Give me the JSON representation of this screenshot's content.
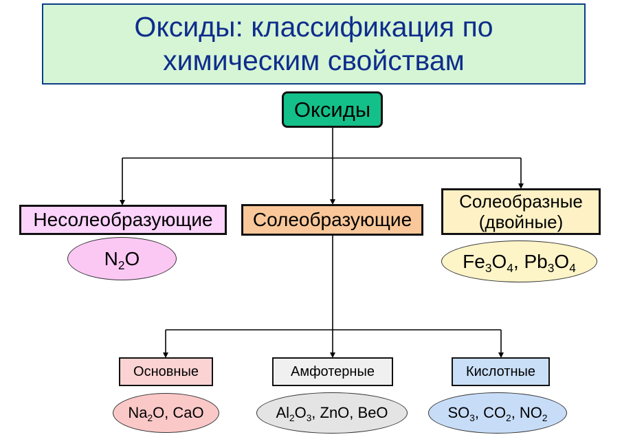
{
  "title": {
    "line1": "Оксиды: классификация по",
    "line2": "химическим свойствам"
  },
  "root": {
    "label": "Оксиды"
  },
  "level1": {
    "non_salt": {
      "label": "Несолеобразующие",
      "example": [
        [
          "N",
          "2"
        ],
        [
          "O",
          ""
        ]
      ]
    },
    "salt": {
      "label": "Солеобразующие"
    },
    "double": {
      "label_line1": "Солеобразные",
      "label_line2": "(двойные)",
      "example": [
        [
          "Fe",
          "3"
        ],
        [
          "O",
          "4"
        ],
        [
          ", Pb",
          "3"
        ],
        [
          "O",
          "4"
        ]
      ]
    }
  },
  "level2": {
    "basic": {
      "label": "Основные",
      "example": [
        [
          "Na",
          "2"
        ],
        [
          "O, CaO",
          ""
        ]
      ]
    },
    "amphoteric": {
      "label": "Амфотерные",
      "example": [
        [
          "Al",
          "2"
        ],
        [
          "O",
          "3"
        ],
        [
          ", ZnO, BeO",
          ""
        ]
      ]
    },
    "acidic": {
      "label": "Кислотные",
      "example": [
        [
          "SO",
          "3"
        ],
        [
          ", CO",
          "2"
        ],
        [
          ", NO",
          "2"
        ]
      ]
    }
  }
}
